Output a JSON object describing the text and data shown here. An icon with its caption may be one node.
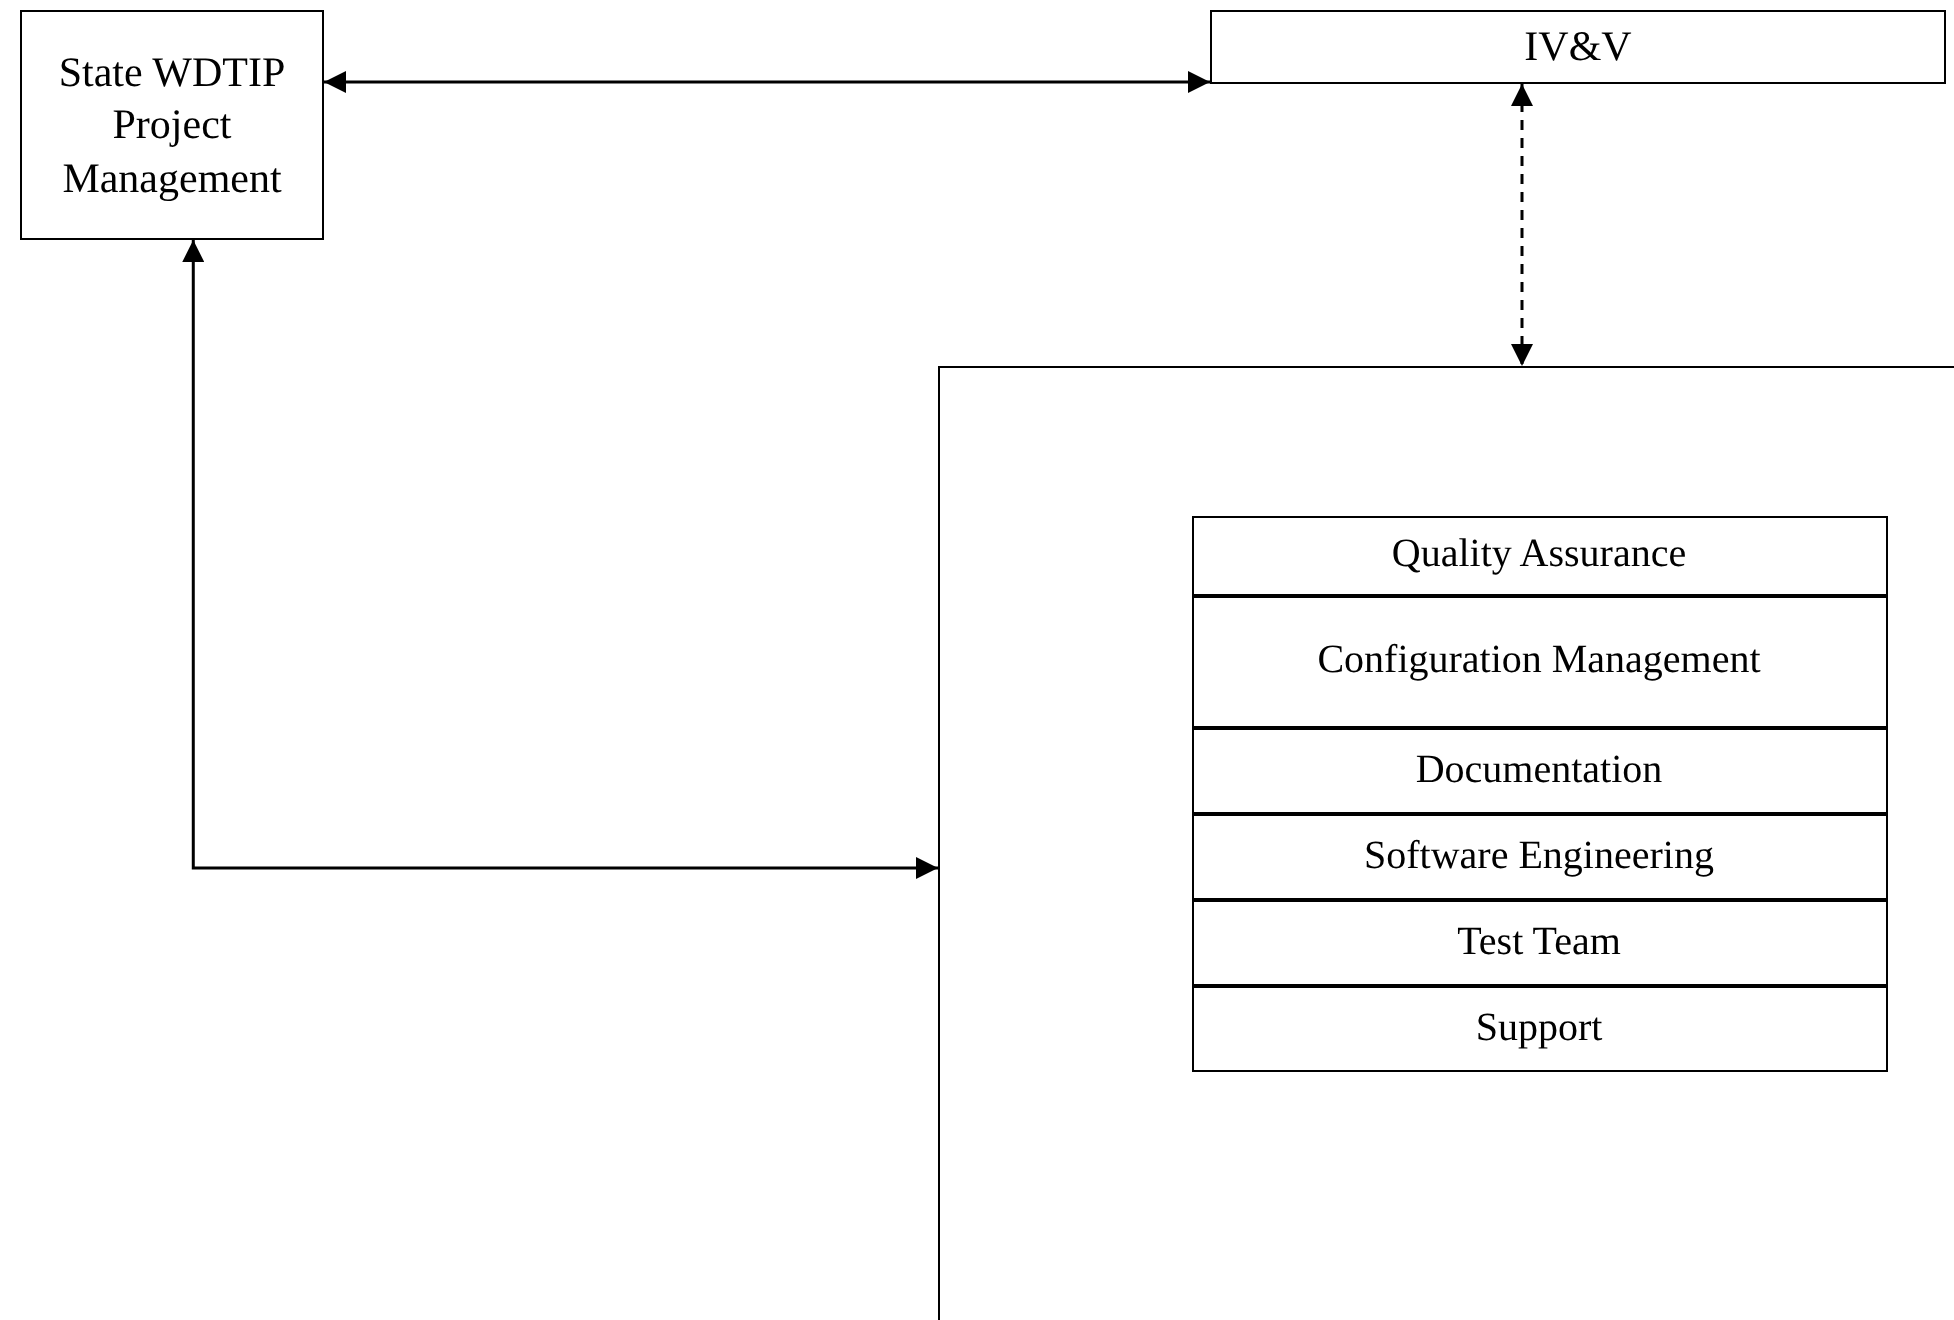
{
  "diagram": {
    "nodes": [
      {
        "text": [
          "State WDTIP Project Management"
        ]
      },
      {
        "text": [
          "IV&V"
        ]
      },
      {
        "text": [],
        "shape": "box"
      },
      {
        "text": [
          "Quality Assurance"
        ],
        "in": 2
      },
      {
        "text": [
          "Configuration Management"
        ],
        "in": 2
      },
      {
        "text": [
          "Documentation"
        ],
        "in": 2
      },
      {
        "text": [
          "Software Engineering"
        ],
        "in": 2
      },
      {
        "text": [
          "Test Team"
        ],
        "in": 2
      },
      {
        "text": [
          "Support"
        ],
        "in": 2
      }
    ],
    "edges": [
      {
        "from": 0,
        "to": 1,
        "arrow": "both"
      },
      {
        "from": 1,
        "to": 2,
        "arrow": "both",
        "style": "dashed"
      },
      {
        "from": 0,
        "to": 2,
        "arrow": "both"
      }
    ]
  }
}
